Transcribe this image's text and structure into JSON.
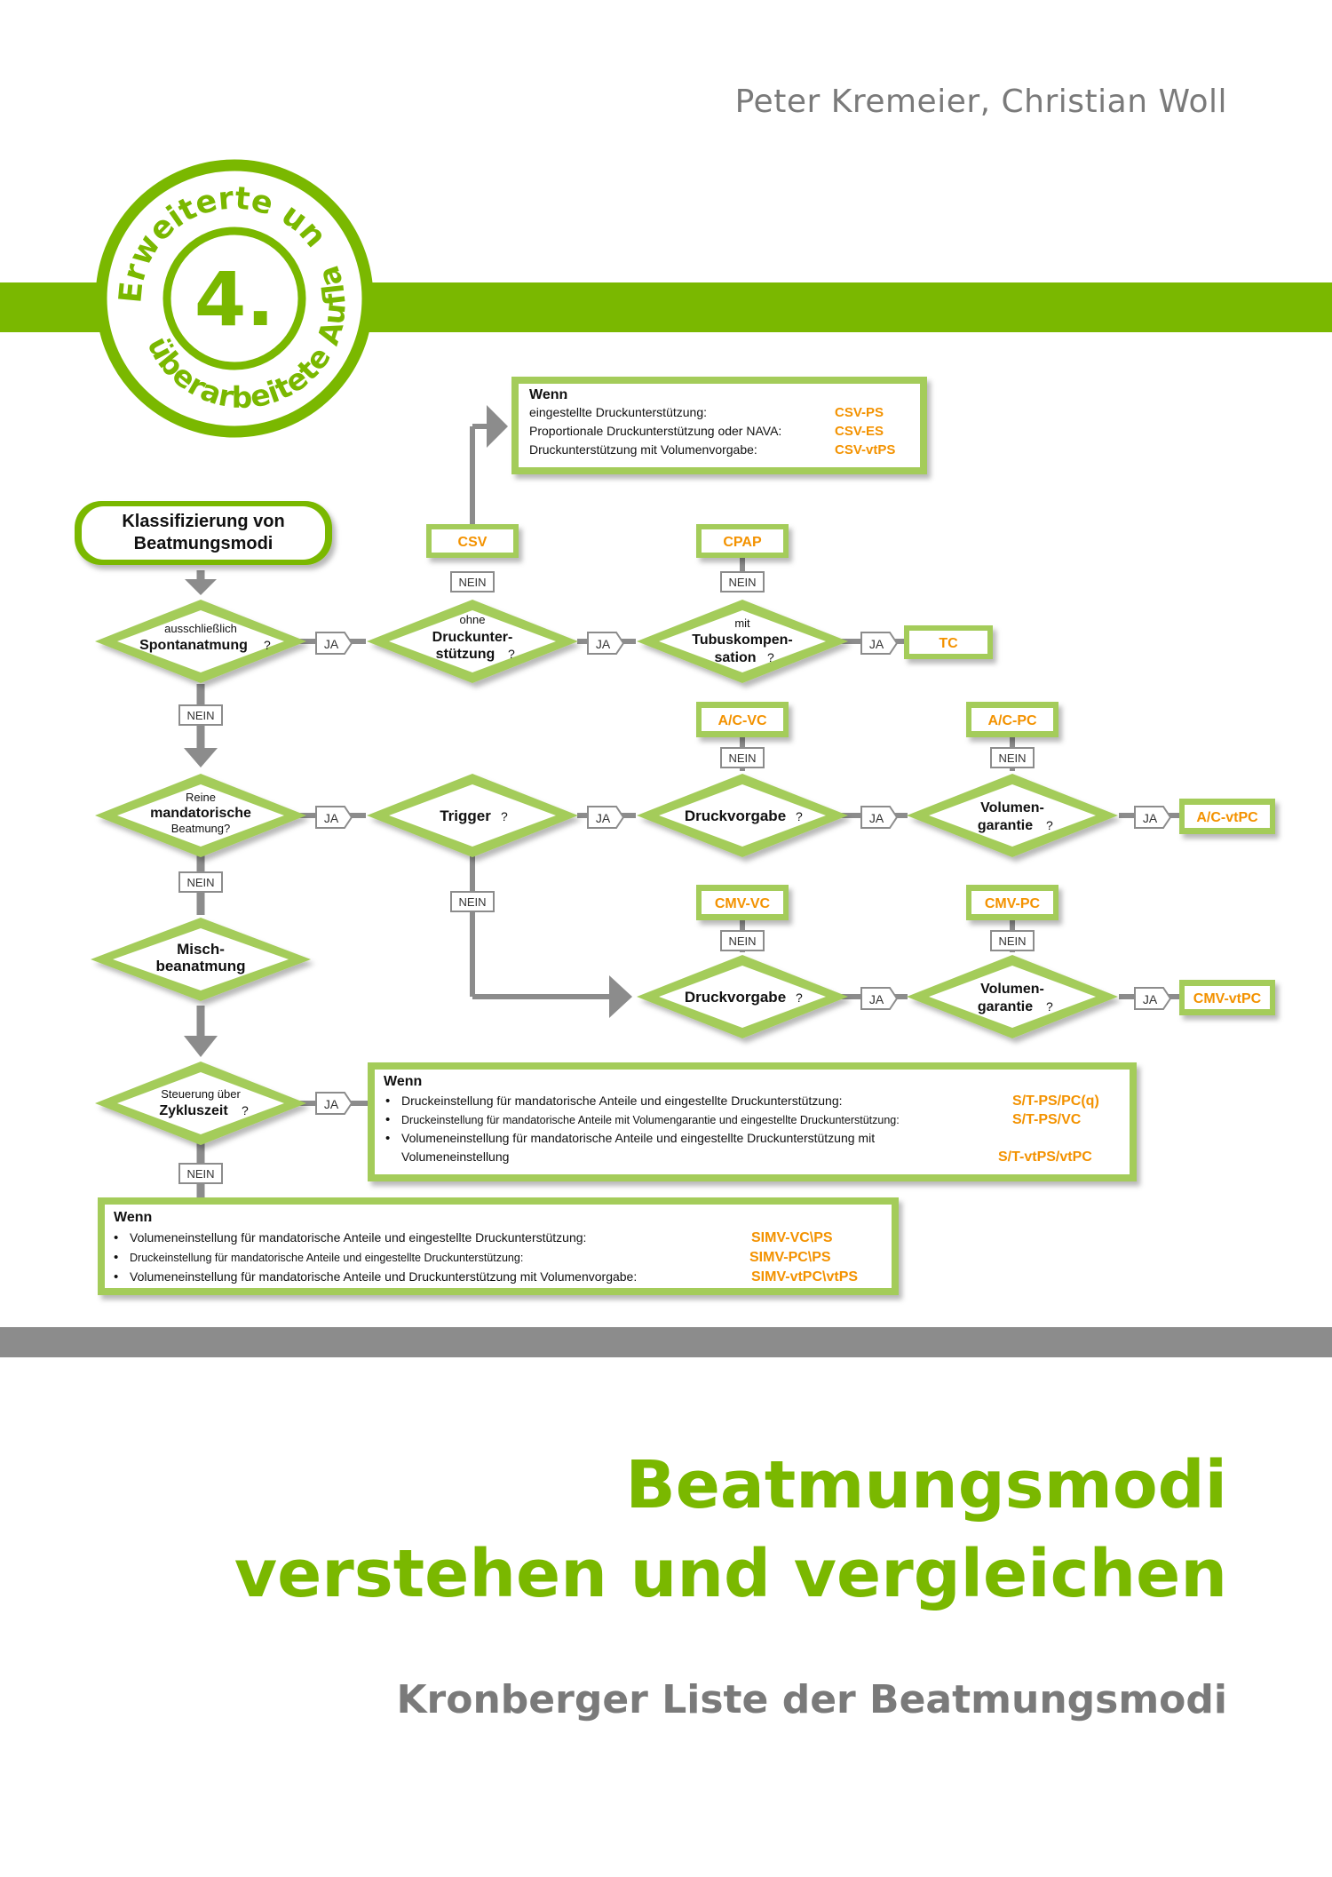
{
  "cover": {
    "authors": "Peter Kremeier, Christian Woll",
    "badge": {
      "number": "4.",
      "arc_top": "Erweiterte und",
      "arc_bottom": "überarbeitete Auflage"
    },
    "title_line1": "Beatmungsmodi",
    "title_line2": "verstehen und vergleichen",
    "subtitle": "Kronberger Liste der Beatmungsmodi"
  },
  "colors": {
    "green": "#7ab800",
    "orange": "#f39200",
    "grey": "#8c8c8c",
    "box_fill": "#ecf5d9"
  },
  "flowchart": {
    "start": {
      "line1": "Klassifizierung von",
      "line2": "Beatmungsmodi"
    },
    "labels": {
      "yes": "JA",
      "no": "NEIN",
      "q": "?"
    },
    "decisions": {
      "spontan": {
        "small": "ausschließlich",
        "bold": "Spontanatmung"
      },
      "druckunter": {
        "small": "ohne",
        "bold1": "Druckunter-",
        "bold2": "stützung"
      },
      "tubus": {
        "small": "mit",
        "bold1": "Tubuskompen-",
        "bold2": "sation"
      },
      "mandatorisch": {
        "small1": "Reine",
        "bold": "mandatorische",
        "small2": "Beatmung?"
      },
      "trigger": {
        "bold": "Trigger"
      },
      "druckvorgabe1": {
        "bold": "Druckvorgabe"
      },
      "volumen1": {
        "bold1": "Volumen-",
        "bold2": "garantie"
      },
      "misch": {
        "bold1": "Misch-",
        "bold2": "beanatmung"
      },
      "druckvorgabe2": {
        "bold": "Druckvorgabe"
      },
      "volumen2": {
        "bold1": "Volumen-",
        "bold2": "garantie"
      },
      "zyklus": {
        "small": "Steuerung über",
        "bold": "Zykluszeit"
      }
    },
    "modes": {
      "csv": "CSV",
      "cpap": "CPAP",
      "tc": "TC",
      "ac_vc": "A/C-VC",
      "ac_pc": "A/C-PC",
      "ac_vtpc": "A/C-vtPC",
      "cmv_vc": "CMV-VC",
      "cmv_pc": "CMV-PC",
      "cmv_vtpc": "CMV-vtPC"
    },
    "csv_box": {
      "head": "Wenn",
      "rows": [
        {
          "text": "eingestellte Druckunterstützung:",
          "mode": "CSV-PS"
        },
        {
          "text": "Proportionale Druckunterstützung oder NAVA:",
          "mode": "CSV-ES"
        },
        {
          "text": "Druckunterstützung mit Volumenvorgabe:",
          "mode": "CSV-vtPS"
        }
      ]
    },
    "st_box": {
      "head": "Wenn",
      "rows": [
        {
          "text": "Druckeinstellung für mandatorische Anteile und eingestellte Druckunterstützung:",
          "mode": "S/T-PS/PC(q)"
        },
        {
          "text": "Druckeinstellung für mandatorische Anteile mit Volumengarantie und eingestellte Druckunterstützung:",
          "mode": "S/T-PS/VC"
        },
        {
          "text": "Volumeneinstellung für mandatorische Anteile und eingestellte Druckunterstützung mit",
          "text2": "Volumeneinstellung",
          "mode": "S/T-vtPS/vtPC"
        }
      ]
    },
    "simv_box": {
      "head": "Wenn",
      "rows": [
        {
          "text": "Volumeneinstellung für mandatorische Anteile und eingestellte Druckunterstützung:",
          "mode": "SIMV-VC\\PS"
        },
        {
          "text": "Druckeinstellung für mandatorische Anteile und eingestellte Druckunterstützung:",
          "mode": "SIMV-PC\\PS"
        },
        {
          "text": "Volumeneinstellung für mandatorische Anteile und Druckunterstützung mit Volumenvorgabe:",
          "mode": "SIMV-vtPC\\vtPS"
        }
      ]
    }
  }
}
